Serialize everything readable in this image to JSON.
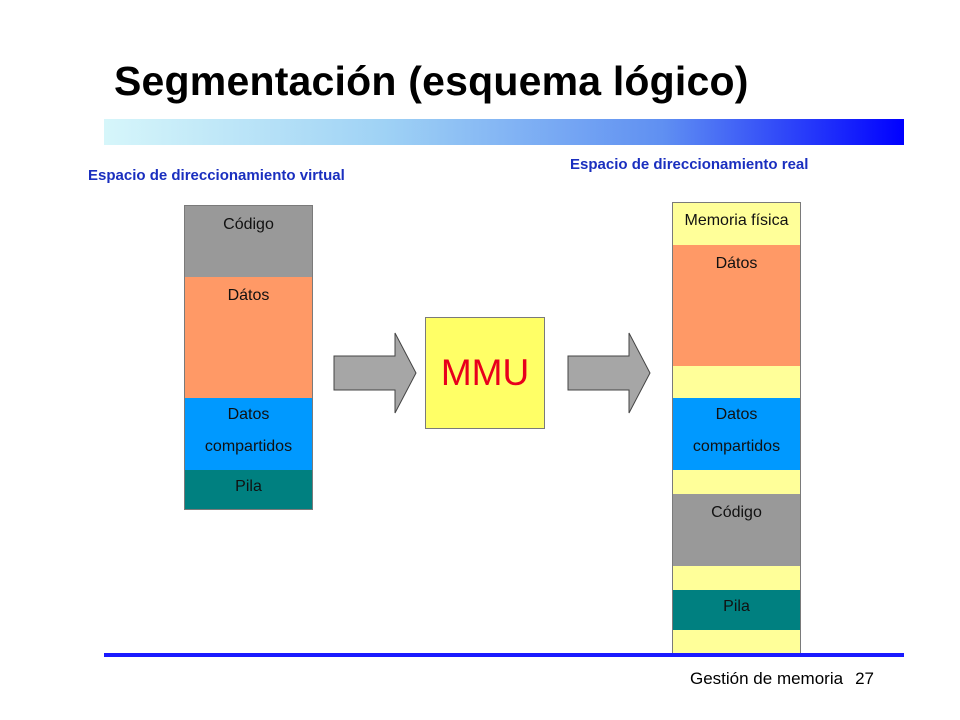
{
  "title": "Segmentación (esquema lógico)",
  "virtual_space": {
    "label": "Espacio de direccionamiento virtual",
    "segments": {
      "codigo": "Código",
      "datos": "Dátos",
      "compartidos_1": "Datos",
      "compartidos_2": "compartidos",
      "pila": "Pila"
    }
  },
  "mmu": {
    "label": "MMU"
  },
  "real_space": {
    "label": "Espacio de direccionamiento real",
    "memoria_fisica": "Memoria física",
    "segments": {
      "datos": "Dátos",
      "compartidos_1": "Datos",
      "compartidos_2": "compartidos",
      "codigo": "Código",
      "pila": "Pila"
    }
  },
  "footer": {
    "section": "Gestión de memoria",
    "page_number": "27"
  },
  "colors": {
    "codigo": "#999999",
    "datos": "#ff9966",
    "compartidos": "#0099ff",
    "pila": "#008080",
    "memoria_libre": "#ffff99",
    "mmu": "#ffff66",
    "mmu_text": "#e8001c",
    "accent_line": "#1a1aff",
    "space_label": "#1a2fbf"
  }
}
